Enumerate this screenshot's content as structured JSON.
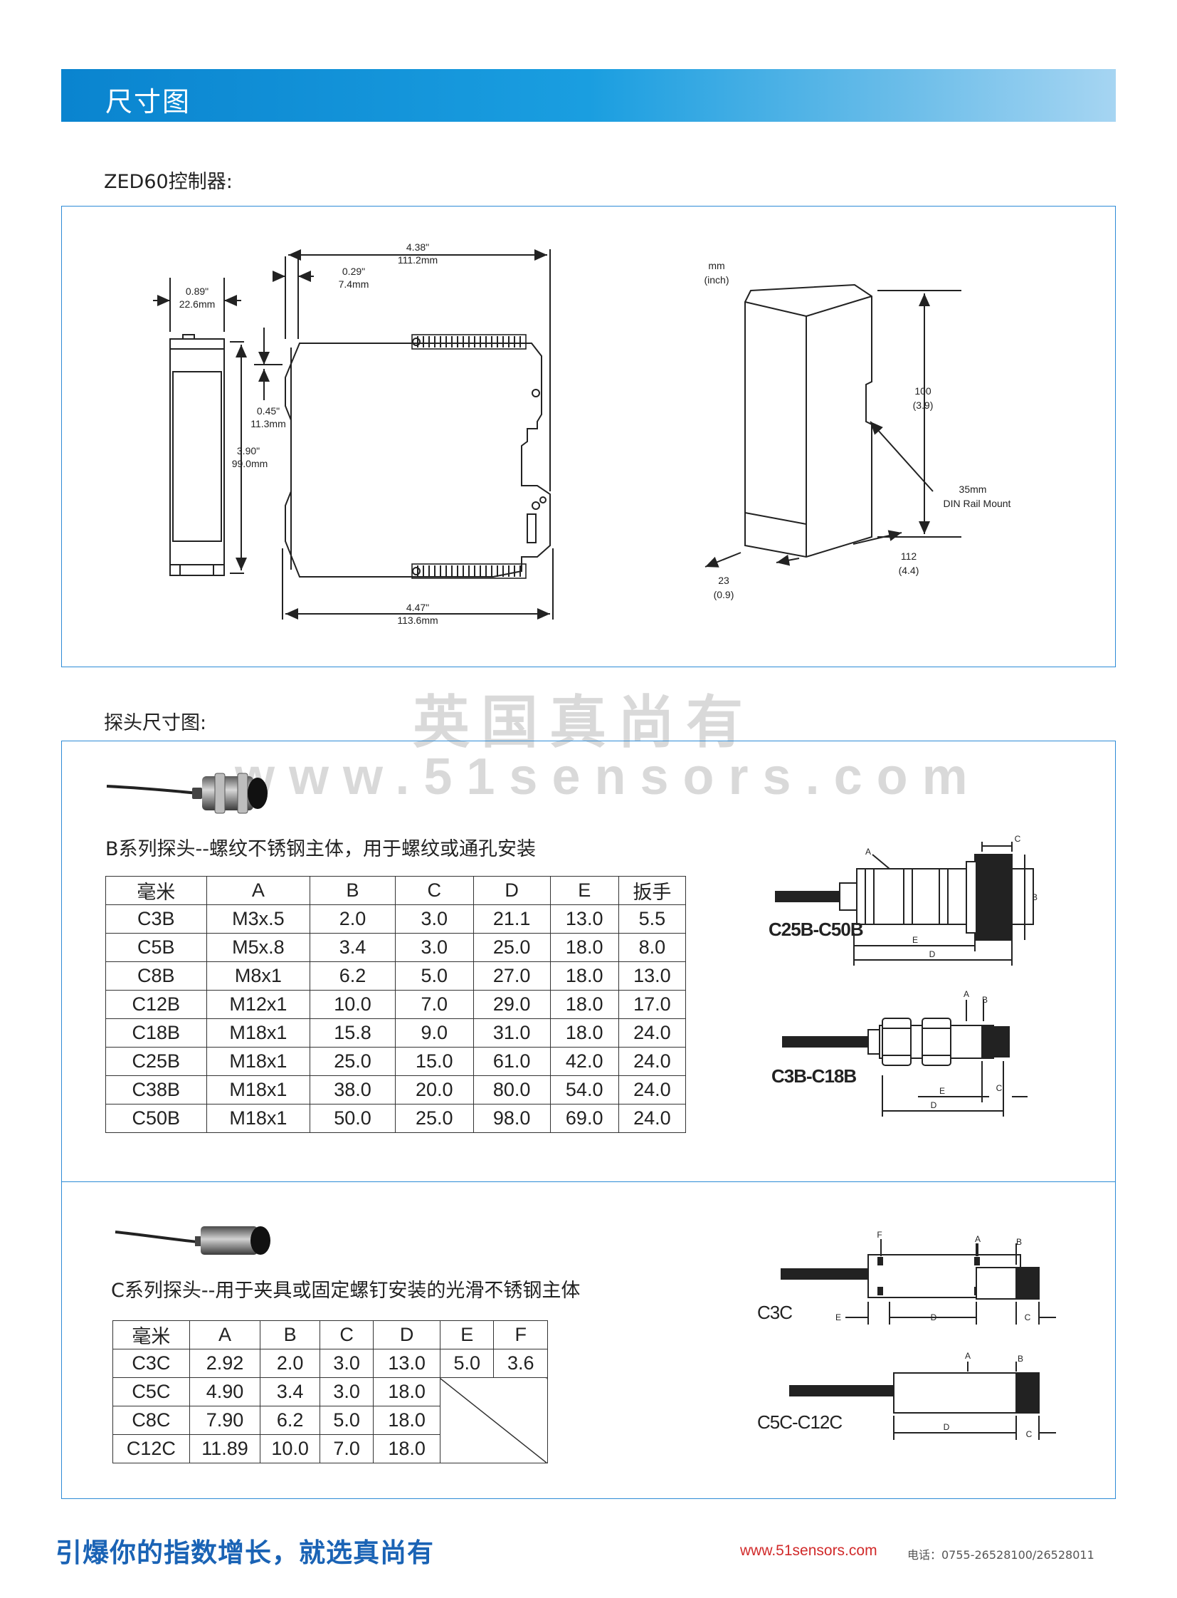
{
  "banner": {
    "title": "尺寸图"
  },
  "controller": {
    "label": "ZED60控制器:",
    "dims": {
      "top_width_in": "4.38\"",
      "top_width_mm": "111.2mm",
      "offset_in": "0.29\"",
      "offset_mm": "7.4mm",
      "depth_in": "0.89\"",
      "depth_mm": "22.6mm",
      "clip_in": "0.45\"",
      "clip_mm": "11.3mm",
      "height_in": "3.90\"",
      "height_mm": "99.0mm",
      "bottom_width_in": "4.47\"",
      "bottom_width_mm": "113.6mm"
    },
    "iso": {
      "unit_mm": "mm",
      "unit_inch": "(inch)",
      "height": "100",
      "height_inch": "(3.9)",
      "rail": "35mm",
      "rail_label": "DIN Rail Mount",
      "width": "23",
      "width_inch": "(0.9)",
      "depth": "112",
      "depth_inch": "(4.4)"
    }
  },
  "probe": {
    "label": "探头尺寸图:"
  },
  "watermark": {
    "line1": "英国真尚有",
    "line2": "www.51sensors.com"
  },
  "b_series": {
    "title": "B系列探头--螺纹不锈钢主体，用于螺纹或通孔安装",
    "headers": [
      "毫米",
      "A",
      "B",
      "C",
      "D",
      "E",
      "扳手"
    ],
    "rows": [
      [
        "C3B",
        "M3x.5",
        "2.0",
        "3.0",
        "21.1",
        "13.0",
        "5.5"
      ],
      [
        "C5B",
        "M5x.8",
        "3.4",
        "3.0",
        "25.0",
        "18.0",
        "8.0"
      ],
      [
        "C8B",
        "M8x1",
        "6.2",
        "5.0",
        "27.0",
        "18.0",
        "13.0"
      ],
      [
        "C12B",
        "M12x1",
        "10.0",
        "7.0",
        "29.0",
        "18.0",
        "17.0"
      ],
      [
        "C18B",
        "M18x1",
        "15.8",
        "9.0",
        "31.0",
        "18.0",
        "24.0"
      ],
      [
        "C25B",
        "M18x1",
        "25.0",
        "15.0",
        "61.0",
        "42.0",
        "24.0"
      ],
      [
        "C38B",
        "M18x1",
        "38.0",
        "20.0",
        "80.0",
        "54.0",
        "24.0"
      ],
      [
        "C50B",
        "M18x1",
        "50.0",
        "25.0",
        "98.0",
        "69.0",
        "24.0"
      ]
    ],
    "diagram1": {
      "name": "C25B-C50B",
      "labels": {
        "a": "A",
        "b": "B",
        "c": "C",
        "d": "D",
        "e": "E"
      }
    },
    "diagram2": {
      "name": "C3B-C18B",
      "labels": {
        "a": "A",
        "b": "B",
        "c": "C",
        "d": "D",
        "e": "E"
      }
    }
  },
  "c_series": {
    "title": "C系列探头--用于夹具或固定螺钉安装的光滑不锈钢主体",
    "headers": [
      "毫米",
      "A",
      "B",
      "C",
      "D",
      "E",
      "F"
    ],
    "rows": [
      [
        "C3C",
        "2.92",
        "2.0",
        "3.0",
        "13.0",
        "5.0",
        "3.6"
      ],
      [
        "C5C",
        "4.90",
        "3.4",
        "3.0",
        "18.0"
      ],
      [
        "C8C",
        "7.90",
        "6.2",
        "5.0",
        "18.0"
      ],
      [
        "C12C",
        "11.89",
        "10.0",
        "7.0",
        "18.0"
      ]
    ],
    "diagram1": {
      "name": "C3C",
      "labels": {
        "a": "A",
        "b": "B",
        "c": "C",
        "d": "D",
        "e": "E",
        "f": "F"
      }
    },
    "diagram2": {
      "name": "C5C-C12C",
      "labels": {
        "a": "A",
        "b": "B",
        "c": "C",
        "d": "D"
      }
    }
  },
  "footer": {
    "slogan": "引爆你的指数增长，就选真尚有",
    "website": "www.51sensors.com",
    "phone": "电话：0755-26528100/26528011"
  }
}
